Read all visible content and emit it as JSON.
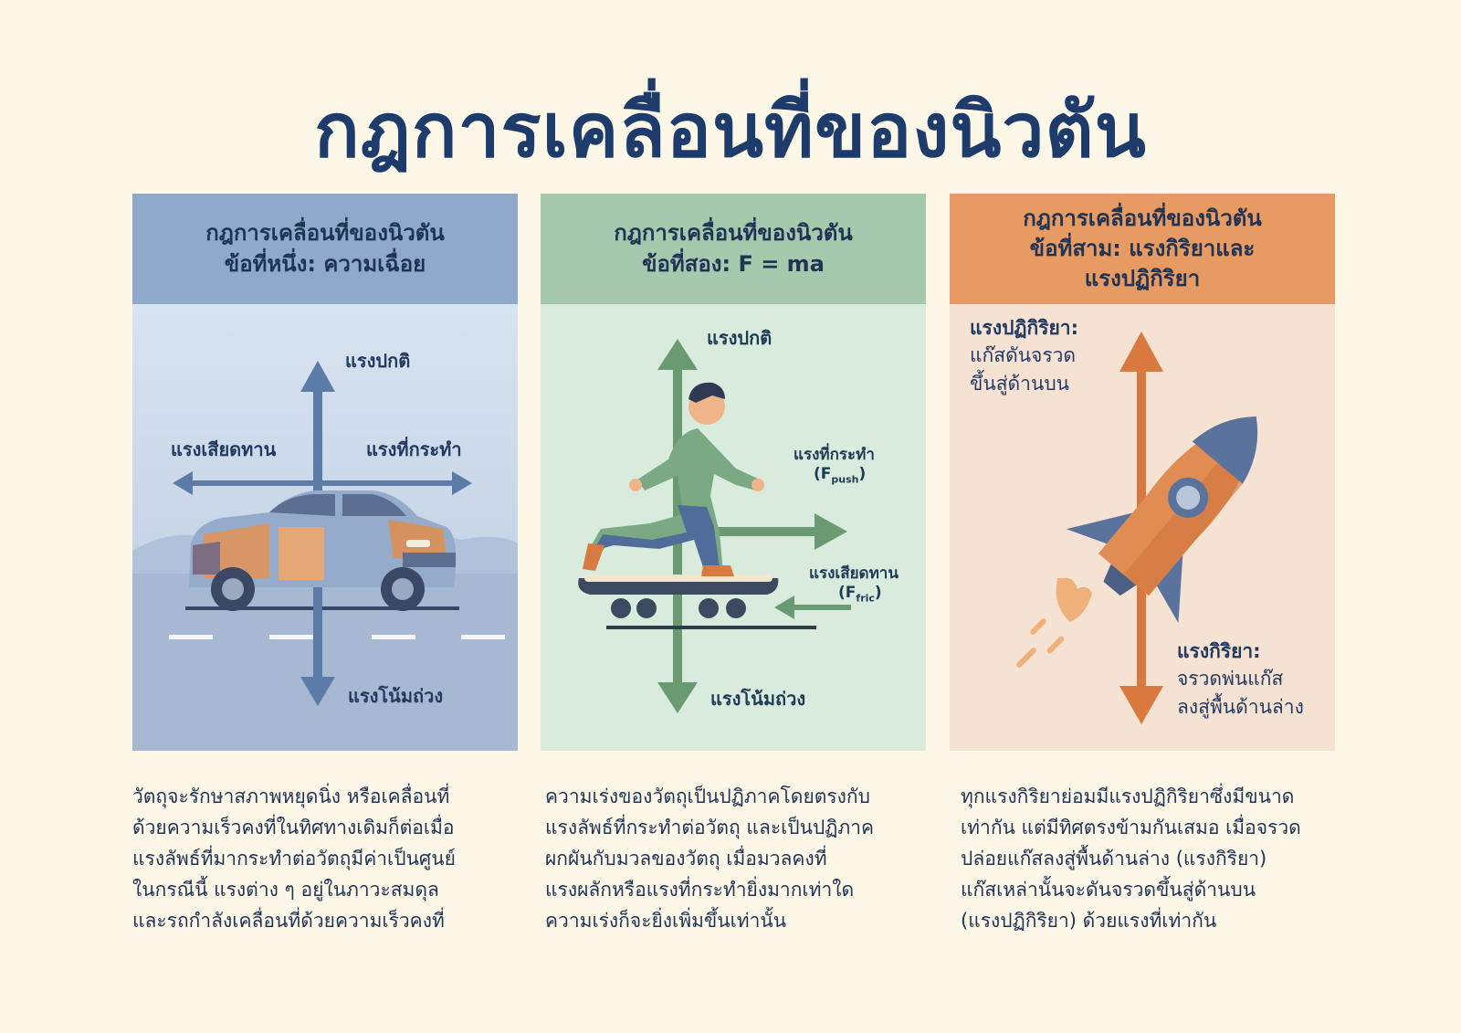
{
  "title": "กฎการเคลื่อนที่ของนิวตัน",
  "panels": [
    {
      "header": [
        "กฎการเคลื่อนที่ของนิวตัน",
        "ข้อที่หนึ่ง: ความเฉื่อย"
      ],
      "labels": {
        "normal": "แรงปกติ",
        "friction": "แรงเสียดทาน",
        "applied": "แรงที่กระทำ",
        "gravity": "แรงโน้มถ่วง"
      },
      "description": [
        "วัตถุจะรักษาสภาพหยุดนิ่ง หรือเคลื่อนที่",
        "ด้วยความเร็วคงที่ในทิศทางเดิมก็ต่อเมื่อ",
        "แรงลัพธ์ที่มากระทำต่อวัตถุมีค่าเป็นศูนย์",
        "ในกรณีนี้ แรงต่าง ๆ อยู่ในภาวะสมดุล",
        "และรถกำลังเคลื่อนที่ด้วยความเร็วคงที่"
      ]
    },
    {
      "header": [
        "กฎการเคลื่อนที่ของนิวตัน",
        "ข้อที่สอง: F = ma"
      ],
      "labels": {
        "normal": "แรงปกติ",
        "applied": "แรงที่กระทำ",
        "applied_symbol": "F",
        "applied_sub": "push",
        "friction": "แรงเสียดทาน",
        "friction_symbol": "F",
        "friction_sub": "fric",
        "gravity": "แรงโน้มถ่วง"
      },
      "description": [
        "ความเร่งของวัตถุเป็นปฏิภาคโดยตรงกับ",
        "แรงลัพธ์ที่กระทำต่อวัตถุ และเป็นปฏิภาค",
        "ผกผันกับมวลของวัตถุ เมื่อมวลคงที่",
        "แรงผลักหรือแรงที่กระทำยิ่งมากเท่าใด",
        "ความเร่งก็จะยิ่งเพิ่มขึ้นเท่านั้น"
      ]
    },
    {
      "header": [
        "กฎการเคลื่อนที่ของนิวตัน",
        "ข้อที่สาม: แรงกิริยาและ",
        "แรงปฏิกิริยา"
      ],
      "labels": {
        "reaction_title": "แรงปฏิกิริยา:",
        "reaction_body": [
          "แก๊สดันจรวด",
          "ขึ้นสู่ด้านบน"
        ],
        "action_title": "แรงกิริยา:",
        "action_body": [
          "จรวดพ่นแก๊ส",
          "ลงสู่พื้นด้านล่าง"
        ]
      },
      "description": [
        "ทุกแรงกิริยาย่อมมีแรงปฏิกิริยาซึ่งมีขนาด",
        "เท่ากัน แต่มีทิศตรงข้ามกันเสมอ เมื่อจรวด",
        "ปล่อยแก๊สลงสู่พื้นด้านล่าง (แรงกิริยา)",
        "แก๊สเหล่านั้นจะดันจรวดขึ้นสู่ด้านบน",
        "(แรงปฏิกิริยา) ด้วยแรงที่เท่ากัน"
      ]
    }
  ],
  "colors": {
    "background": "#fdf7e8",
    "title": "#1d3b6b",
    "blue_arrow": "#5a7aa8",
    "green_arrow": "#6a9a72",
    "orange_arrow": "#d9783f"
  }
}
